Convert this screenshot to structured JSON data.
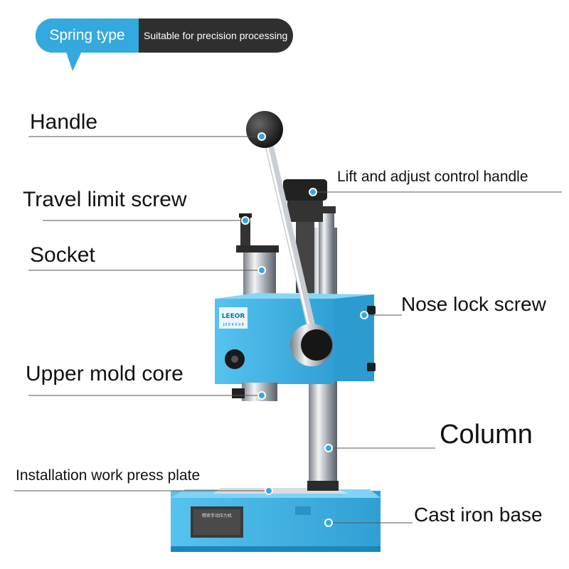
{
  "badge": {
    "title": "Spring type",
    "subtitle": "Suitable for precision processing"
  },
  "labels": {
    "handle": "Handle",
    "travel_limit_screw": "Travel limit screw",
    "socket": "Socket",
    "upper_mold_core": "Upper mold core",
    "installation_plate": "Installation work press plate",
    "lift_adjust_handle": "Lift and adjust control handle",
    "nose_lock_screw": "Nose lock screw",
    "column": "Column",
    "cast_iron_base": "Cast iron base"
  },
  "machine": {
    "brand_text": "LEEOR",
    "brand_sub": "10 8 4 0 9 8",
    "nameplate_title": "精密手动压力机"
  },
  "colors": {
    "accent": "#33a9dd",
    "body_blue": "#3fb4e4",
    "dark": "#2f2f2f"
  }
}
